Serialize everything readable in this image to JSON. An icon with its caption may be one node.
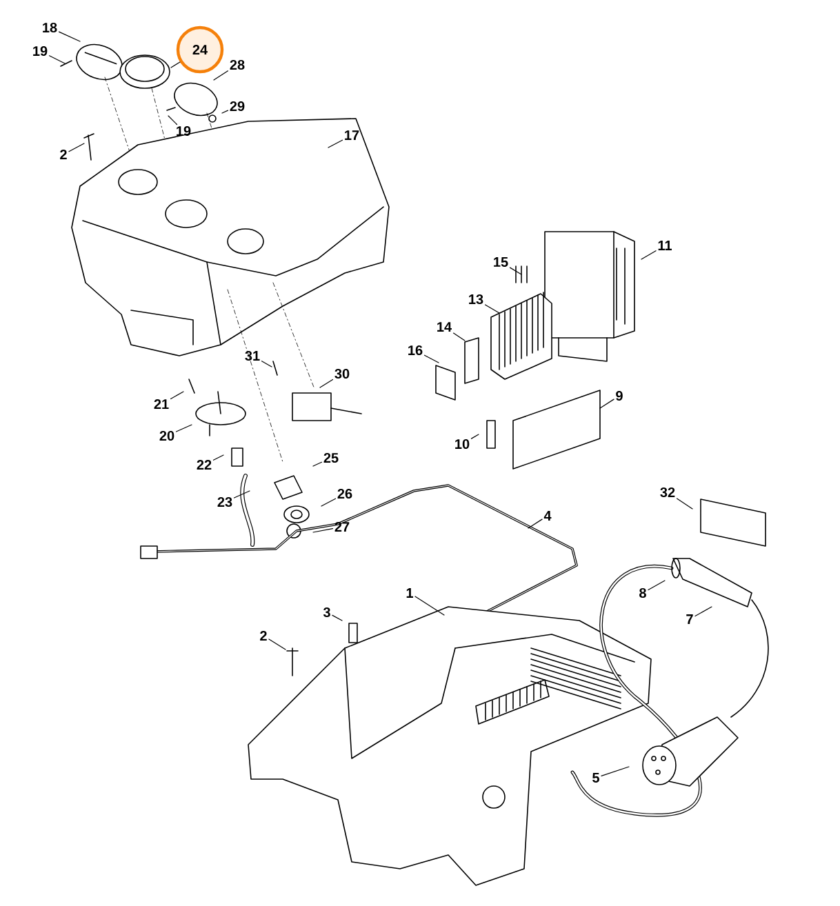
{
  "diagram": {
    "nodes": [
      {
        "text": [
          "18"
        ]
      },
      {
        "text": [
          "19"
        ]
      },
      {
        "text": [
          "24"
        ]
      },
      {
        "text": [
          "28"
        ]
      },
      {
        "text": [
          "29"
        ]
      },
      {
        "text": [
          "19"
        ]
      },
      {
        "text": [
          "2"
        ]
      },
      {
        "text": [
          "17"
        ]
      },
      {
        "text": [
          "15"
        ]
      },
      {
        "text": [
          "11"
        ]
      },
      {
        "text": [
          "13"
        ]
      },
      {
        "text": [
          "14"
        ]
      },
      {
        "text": [
          "16"
        ]
      },
      {
        "text": [
          "9"
        ]
      },
      {
        "text": [
          "10"
        ]
      },
      {
        "text": [
          "31"
        ]
      },
      {
        "text": [
          "30"
        ]
      },
      {
        "text": [
          "21"
        ]
      },
      {
        "text": [
          "20"
        ]
      },
      {
        "text": [
          "22"
        ]
      },
      {
        "text": [
          "25"
        ]
      },
      {
        "text": [
          "23"
        ]
      },
      {
        "text": [
          "26"
        ]
      },
      {
        "text": [
          "27"
        ]
      },
      {
        "text": [
          "4"
        ]
      },
      {
        "text": [
          "32"
        ]
      },
      {
        "text": [
          "1"
        ]
      },
      {
        "text": [
          "8"
        ]
      },
      {
        "text": [
          "7"
        ]
      },
      {
        "text": [
          "3"
        ]
      },
      {
        "text": [
          "2"
        ]
      },
      {
        "text": [
          "5"
        ]
      }
    ],
    "edges": [
      {
        "from": 0,
        "to": null,
        "arrow": "none"
      },
      {
        "from": 1,
        "to": null,
        "arrow": "none"
      },
      {
        "from": 2,
        "to": null,
        "arrow": "none"
      },
      {
        "from": 3,
        "to": null,
        "arrow": "none"
      },
      {
        "from": 4,
        "to": null,
        "arrow": "none"
      },
      {
        "from": 5,
        "to": null,
        "arrow": "none"
      },
      {
        "from": 6,
        "to": null,
        "arrow": "none"
      },
      {
        "from": 7,
        "to": null,
        "arrow": "none"
      },
      {
        "from": 8,
        "to": null,
        "arrow": "none"
      },
      {
        "from": 9,
        "to": null,
        "arrow": "none"
      },
      {
        "from": 10,
        "to": null,
        "arrow": "none"
      },
      {
        "from": 11,
        "to": null,
        "arrow": "none"
      },
      {
        "from": 12,
        "to": null,
        "arrow": "none"
      },
      {
        "from": 13,
        "to": null,
        "arrow": "none"
      },
      {
        "from": 14,
        "to": null,
        "arrow": "none"
      },
      {
        "from": 15,
        "to": null,
        "arrow": "none"
      },
      {
        "from": 16,
        "to": null,
        "arrow": "none"
      },
      {
        "from": 17,
        "to": null,
        "arrow": "none"
      },
      {
        "from": 18,
        "to": null,
        "arrow": "none"
      },
      {
        "from": 19,
        "to": null,
        "arrow": "none"
      },
      {
        "from": 20,
        "to": null,
        "arrow": "none"
      },
      {
        "from": 21,
        "to": null,
        "arrow": "none"
      },
      {
        "from": 22,
        "to": null,
        "arrow": "none"
      },
      {
        "from": 23,
        "to": null,
        "arrow": "none"
      },
      {
        "from": 24,
        "to": null,
        "arrow": "none"
      },
      {
        "from": 25,
        "to": null,
        "arrow": "none"
      },
      {
        "from": 26,
        "to": null,
        "arrow": "none"
      },
      {
        "from": 27,
        "to": null,
        "arrow": "none"
      },
      {
        "from": 28,
        "to": null,
        "arrow": "none"
      },
      {
        "from": 29,
        "to": null,
        "arrow": "none"
      },
      {
        "from": 30,
        "to": null,
        "arrow": "none"
      },
      {
        "from": 31,
        "to": null,
        "arrow": "none"
      }
    ]
  }
}
